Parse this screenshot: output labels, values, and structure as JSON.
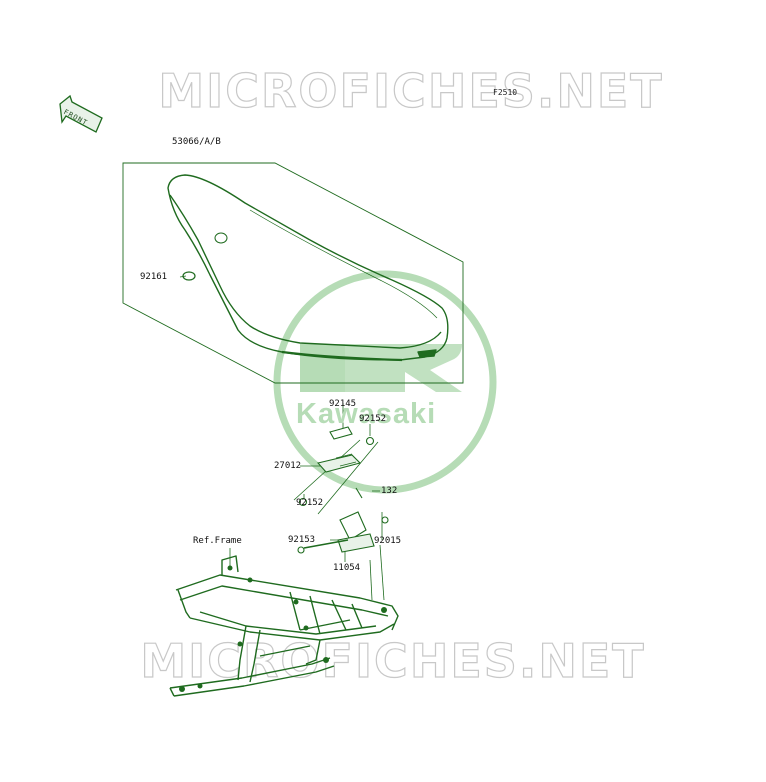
{
  "diagram": {
    "figure_code": "F2510",
    "watermark_text": "MICROFICHES.NET",
    "front_arrow_label": "FRONT",
    "brand_logo_text": "Kawasaki",
    "reference_label": "Ref.Frame",
    "parts": {
      "seat_assembly": "53066/A/B",
      "seat_grommet": "92161",
      "collar_upper": "92145",
      "bushing_right": "92152",
      "seat_bracket": "27012",
      "bolt_132": "132",
      "bushing_left": "92152",
      "bolt_long": "92153",
      "nut": "92015",
      "mount_bracket": "11054"
    }
  },
  "colors": {
    "line_green": "#1f6b1f",
    "logo_green": "#b6dcb6",
    "watermark_outline": "#c8c8c8"
  }
}
